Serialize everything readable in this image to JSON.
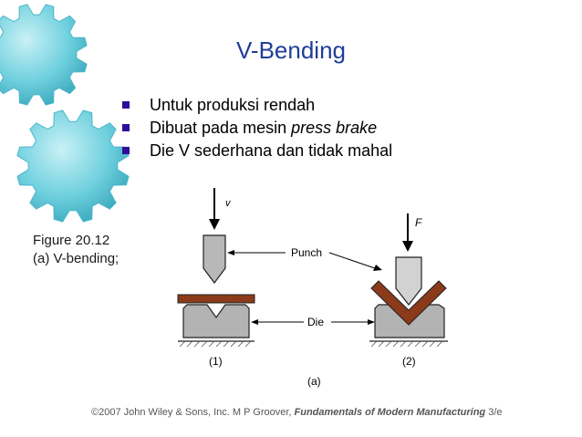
{
  "slide": {
    "title": "V-Bending",
    "bullets": [
      {
        "text": "Untuk produksi rendah"
      },
      {
        "text": "Dibuat pada mesin ",
        "italic": "press brake"
      },
      {
        "text": "Die V sederhana dan tidak mahal"
      }
    ],
    "figure_caption": {
      "line1": "Figure 20.12",
      "line2": "(a) V-bending;"
    },
    "diagram": {
      "force_v": "v",
      "force_f": "F",
      "punch_label": "Punch",
      "die_label": "Die",
      "step1": "(1)",
      "step2": "(2)",
      "caption": "(a)"
    },
    "footer": {
      "prefix": "©2007 John Wiley & Sons, Inc.  M P Groover, ",
      "book": "Fundamentals of Modern Manufacturing",
      "suffix": " 3/e"
    }
  },
  "colors": {
    "title": "#1f3d99",
    "bullet_marker": "#2e0e9a",
    "gear": "#5ec8d8",
    "workpiece": "#8b3a1a",
    "die": "#b3b3b3"
  },
  "icons": [
    "gear-icon"
  ]
}
